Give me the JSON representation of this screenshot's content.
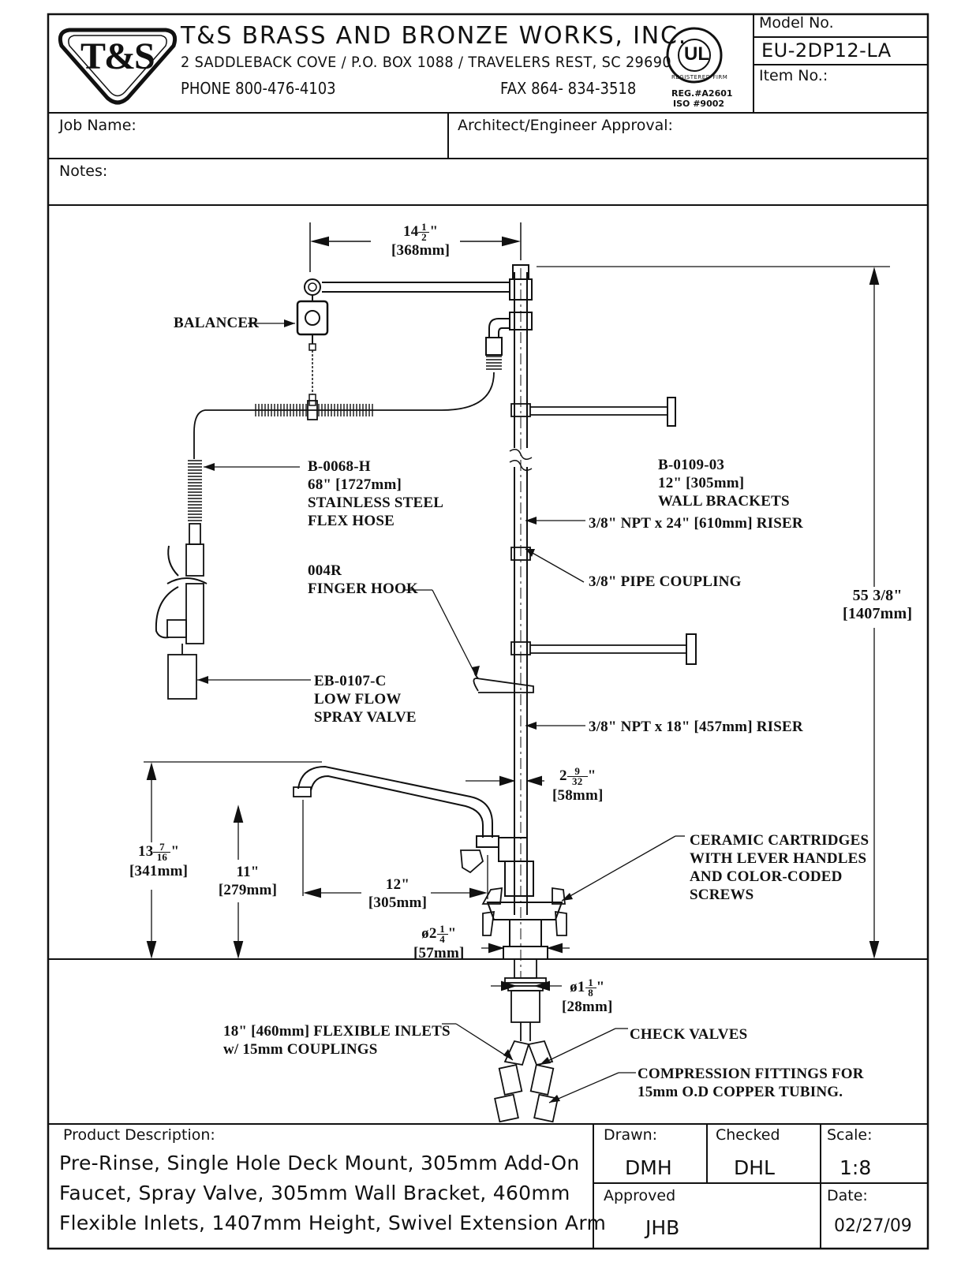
{
  "header": {
    "logo_text": "T&S",
    "company": "T&S BRASS AND BRONZE WORKS, INC.",
    "address": "2 SADDLEBACK COVE / P.O. BOX 1088 / TRAVELERS REST, SC 29690",
    "phone": "PHONE 800-476-4103",
    "fax": "FAX  864- 834-3518",
    "ul_mark": "UL",
    "ul_ring_text": "REGISTERED FIRM",
    "reg_line1": "REG.#A2601",
    "reg_line2": "ISO #9002",
    "model_label": "Model No.",
    "model_value": "EU-2DP12-LA",
    "item_label": "Item No.:"
  },
  "fields": {
    "job_name": "Job Name:",
    "architect": "Architect/Engineer Approval:",
    "notes": "Notes:"
  },
  "drawing": {
    "dim_top": {
      "whole": "14",
      "num": "1",
      "den": "2",
      "mm": "[368mm]"
    },
    "balancer": "BALANCER",
    "hose": [
      "B-0068-H",
      "68\" [1727mm]",
      "STAINLESS STEEL",
      "FLEX HOSE"
    ],
    "brackets": [
      "B-0109-03",
      "12\" [305mm]",
      "WALL BRACKETS"
    ],
    "riser24": "3/8\" NPT x 24\" [610mm] RISER",
    "coupling": "3/8\" PIPE COUPLING",
    "finger_hook": [
      "004R",
      "FINGER HOOK"
    ],
    "height": [
      "55 3/8\"",
      "[1407mm]"
    ],
    "spray_valve": [
      "EB-0107-C",
      "LOW FLOW",
      "SPRAY VALVE"
    ],
    "riser18": "3/8\" NPT x 18\" [457mm] RISER",
    "dim_spout_offset": {
      "whole": "2",
      "num": "9",
      "den": "32",
      "mm": "[58mm]"
    },
    "cartridges": [
      "CERAMIC CARTRIDGES",
      "WITH LEVER HANDLES",
      "AND COLOR-CODED",
      "SCREWS"
    ],
    "dim_faucet_height": {
      "whole": "13",
      "num": "7",
      "den": "16",
      "mm": "[341mm]"
    },
    "dim_spout_height": {
      "value": "11\"",
      "mm": "[279mm]"
    },
    "dim_spout_reach": {
      "value": "12\"",
      "mm": "[305mm]"
    },
    "dim_base": {
      "prefix": "ø2",
      "num": "1",
      "den": "4",
      "mm": "[57mm]"
    },
    "dim_shank": {
      "prefix": "ø1",
      "num": "1",
      "den": "8",
      "mm": "[28mm]"
    },
    "inlets": [
      "18\" [460mm] FLEXIBLE INLETS",
      "w/ 15mm COUPLINGS"
    ],
    "check_valves": "CHECK VALVES",
    "compression": [
      "COMPRESSION FITTINGS FOR",
      "15mm O.D COPPER TUBING."
    ]
  },
  "footer": {
    "description_label": "Product Description:",
    "description_lines": [
      "Pre-Rinse, Single Hole Deck Mount, 305mm Add-On",
      "Faucet, Spray Valve, 305mm Wall Bracket, 460mm",
      "Flexible Inlets, 1407mm Height, Swivel Extension Arm"
    ],
    "drawn_label": "Drawn:",
    "drawn_value": "DMH",
    "checked_label": "Checked",
    "checked_value": "DHL",
    "scale_label": "Scale:",
    "scale_value": "1:8",
    "approved_label": "Approved",
    "approved_value": "JHB",
    "date_label": "Date:",
    "date_value": "02/27/09"
  }
}
